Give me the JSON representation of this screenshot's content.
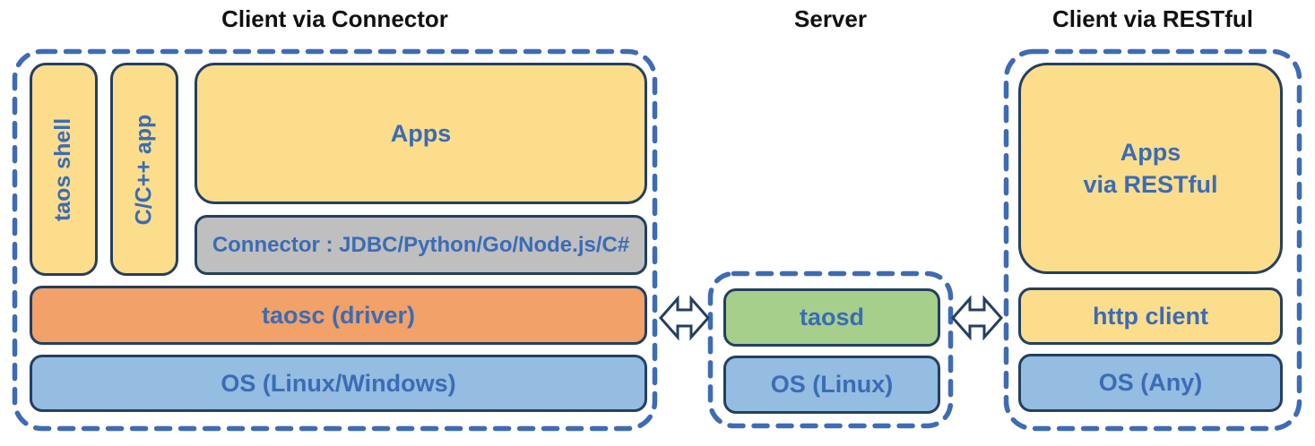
{
  "groups": [
    {
      "title": "Client via Connector",
      "boxes": [
        {
          "label": "taos shell"
        },
        {
          "label": "C/C++ app"
        },
        {
          "label": "Apps"
        },
        {
          "label": "Connector : JDBC/Python/Go/Node.js/C#"
        },
        {
          "label": "taosc (driver)"
        },
        {
          "label": "OS (Linux/Windows)"
        }
      ]
    },
    {
      "title": "Server",
      "boxes": [
        {
          "label": "taosd"
        },
        {
          "label": "OS (Linux)"
        }
      ]
    },
    {
      "title": "Client via RESTful",
      "boxes": [
        {
          "label": "Apps\nvia RESTful"
        },
        {
          "label": "http client"
        },
        {
          "label": "OS (Any)"
        }
      ]
    }
  ],
  "connections": [
    {
      "from": "Client via Connector",
      "to": "Server",
      "type": "bidirectional-arrow"
    },
    {
      "from": "Server",
      "to": "Client via RESTful",
      "type": "bidirectional-arrow"
    }
  ],
  "colors": {
    "box_yellow": "#FBDD8C",
    "box_gray": "#BFBFBF",
    "box_orange": "#F2A169",
    "box_blue": "#95BCE1",
    "box_green": "#A6CF8B",
    "box_border": "#243F60",
    "dashed_border": "#3E6BB5",
    "label_text": "#3B6CB5",
    "title_text": "#111111",
    "arrow_fill": "#FFFFFF"
  }
}
